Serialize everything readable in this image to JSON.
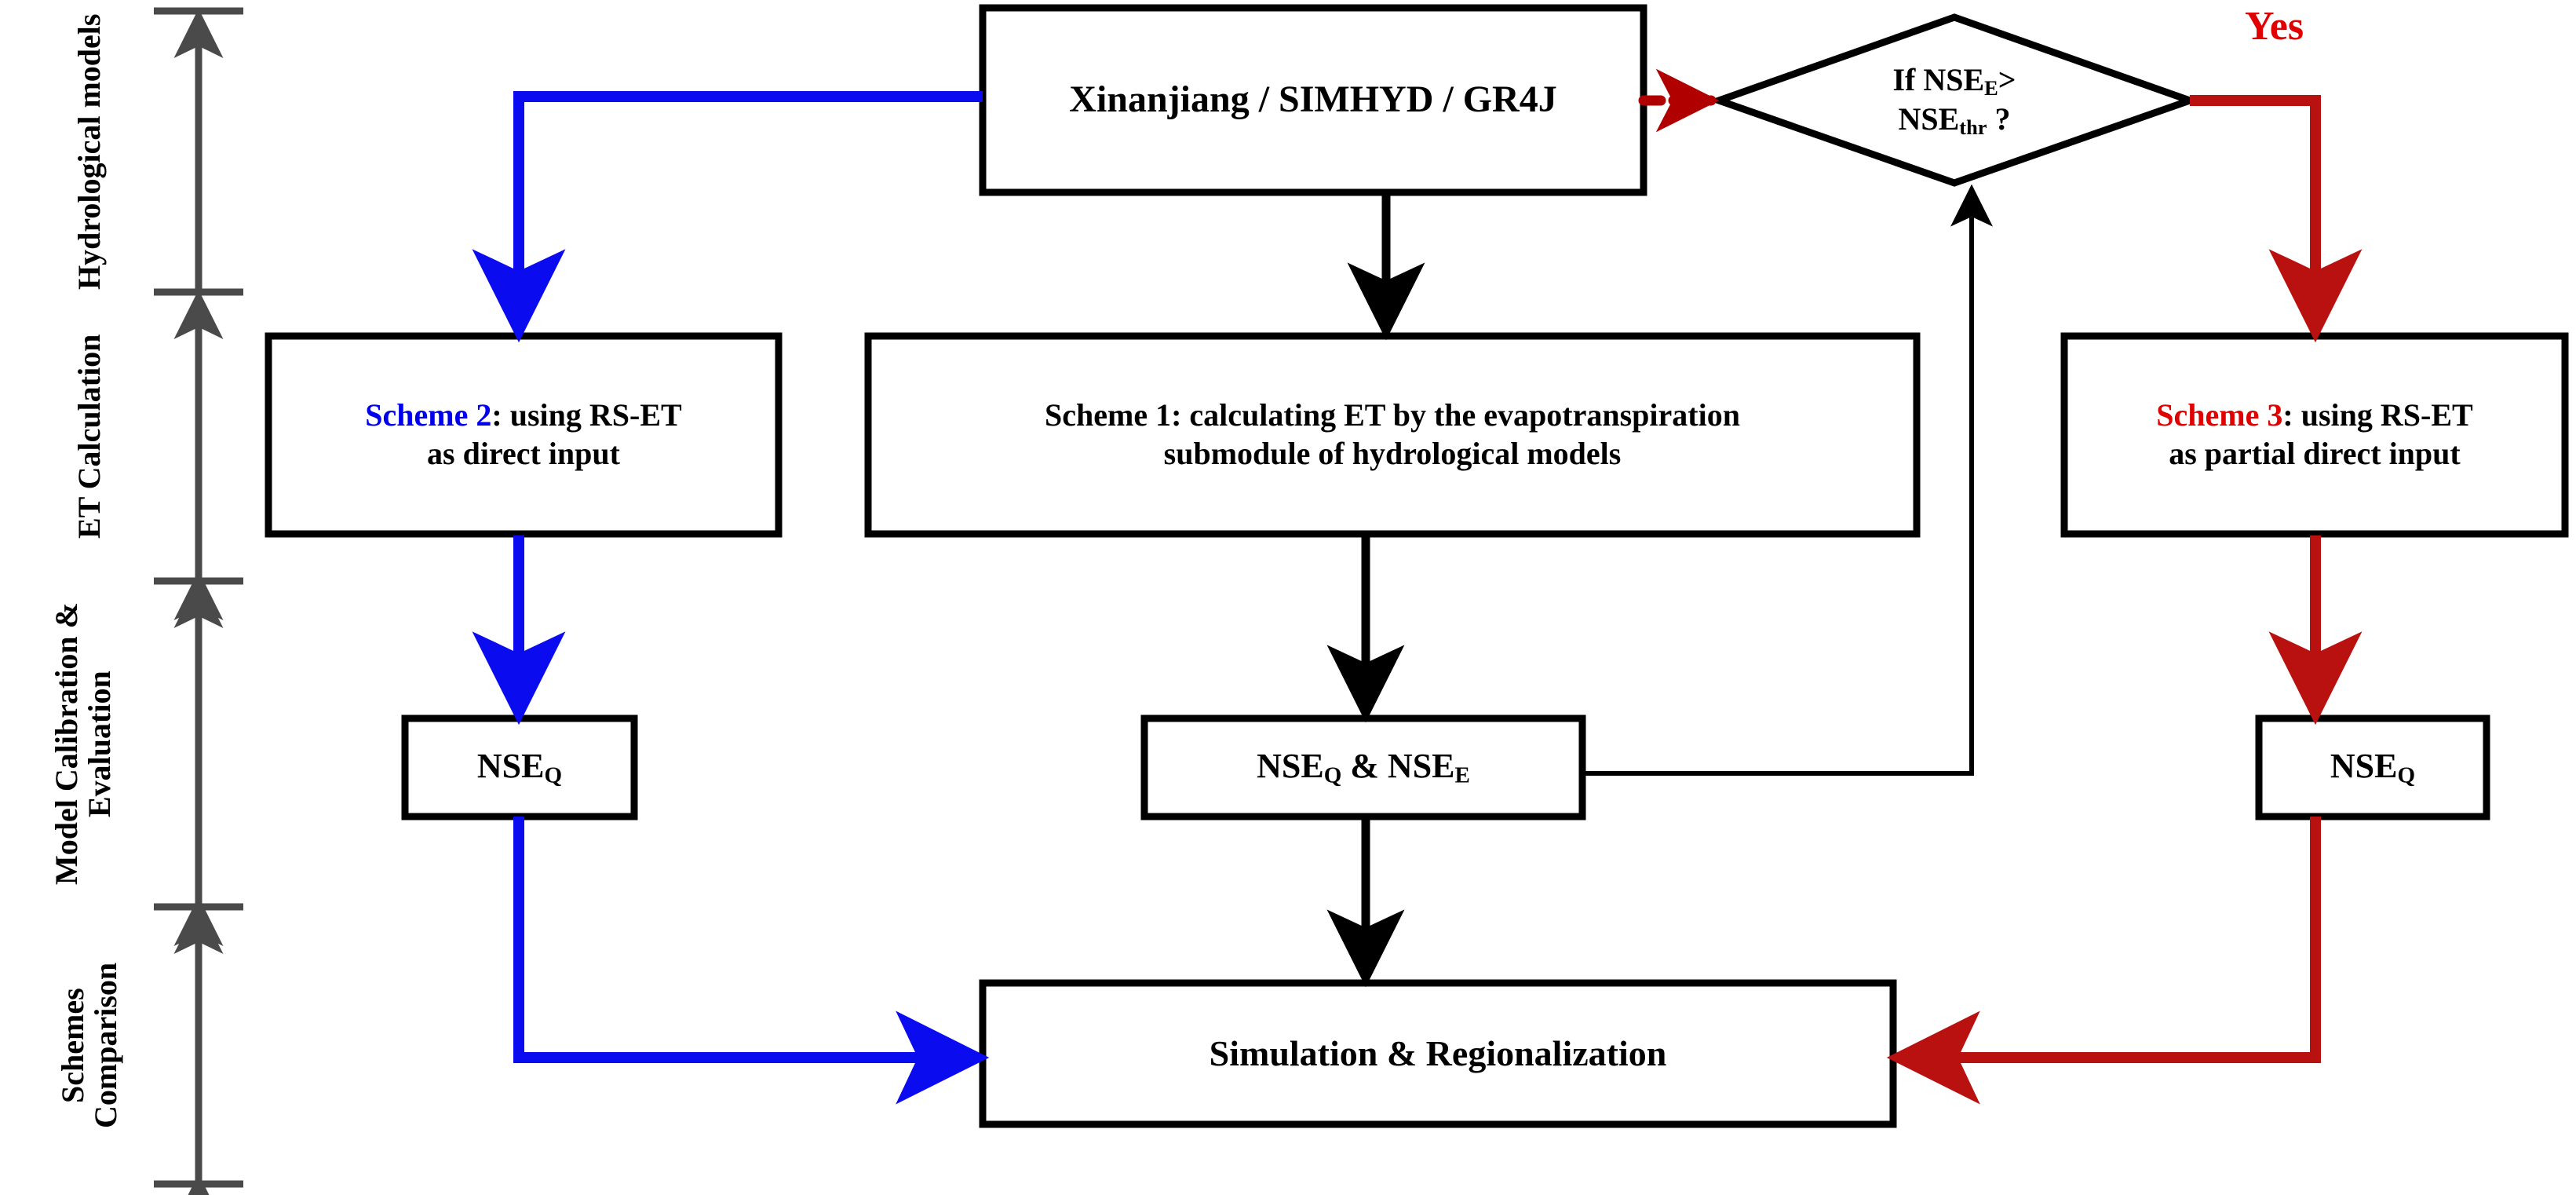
{
  "diagram": {
    "title": "Hydrological modelling ET scheme comparison flowchart",
    "colors": {
      "scheme2_accent": "#0000ee",
      "scheme3_accent": "#e00000",
      "dashed_arrow": "#b00000",
      "red_flow": "#b91010",
      "blue_flow": "#0b0bf0",
      "black_flow": "#000000",
      "stage_bar": "#4a4a4a"
    },
    "stages": [
      {
        "id": "stage-hydrological-models",
        "label": "Hydrological models"
      },
      {
        "id": "stage-et-calculation",
        "label": "ET Calculation"
      },
      {
        "id": "stage-model-calibration-evaluation",
        "label": "Model Calibration & Evaluation"
      },
      {
        "id": "stage-schemes-comparison",
        "label": "Schemes Comparison"
      }
    ],
    "nodes": {
      "models": {
        "text": "Xinanjiang / SIMHYD / GR4J"
      },
      "decision": {
        "line1_pre": "If NSE",
        "line1_sub": "E",
        "line1_post": ">",
        "line2_pre": "NSE",
        "line2_sub": "thr",
        "line2_post": " ?"
      },
      "yes_label": "Yes",
      "scheme2": {
        "accent": "Scheme 2",
        "rest": ": using RS-ET",
        "line2": "as direct input"
      },
      "scheme1": {
        "line1": "Scheme 1: calculating ET by the evapotranspiration",
        "line2": "submodule of  hydrological models"
      },
      "scheme3": {
        "accent": "Scheme 3",
        "rest": ": using RS-ET",
        "line2": "as partial direct input"
      },
      "nse_left": {
        "pre": "NSE",
        "sub": "Q"
      },
      "nse_center": {
        "pre": "NSE",
        "sub1": "Q",
        "mid": " & NSE",
        "sub2": "E"
      },
      "nse_right": {
        "pre": "NSE",
        "sub": "Q"
      },
      "final": {
        "text": "Simulation & Regionalization"
      }
    }
  }
}
